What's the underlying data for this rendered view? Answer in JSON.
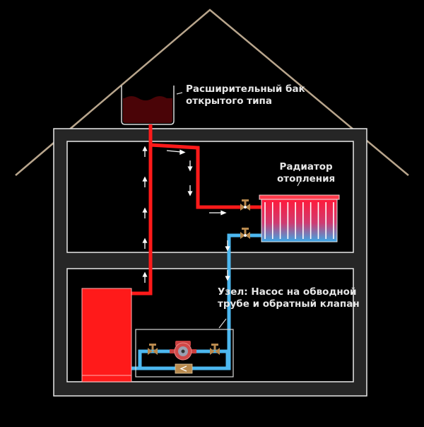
{
  "diagram": {
    "title": "Отопление с открытым расширительным баком и насосом на обводной трубе",
    "labels": {
      "expansion_tank": [
        "Расширительный бак",
        "открытого типа"
      ],
      "radiator": [
        "Радиатор",
        "отопления"
      ],
      "pump_node": [
        "Узел: Насос на обводной",
        "трубе и обратный клапан"
      ]
    },
    "components": [
      {
        "id": "expansion-tank",
        "name": "Expansion tank (open type)"
      },
      {
        "id": "boiler",
        "name": "Boiler"
      },
      {
        "id": "radiator",
        "name": "Heating radiator",
        "fins": 10
      },
      {
        "id": "circulation-pump",
        "name": "Circulation pump"
      },
      {
        "id": "check-valve",
        "name": "Check valve"
      },
      {
        "id": "ball-valve",
        "name": "Shut-off valves",
        "count": 4
      }
    ],
    "flow": {
      "supply": "hot (red)",
      "return": "cold (blue)"
    },
    "colors": {
      "background": "#000000",
      "wall": "#262626",
      "outline": "#e8e8e8",
      "roof": "#b8a58c",
      "supply": "#ff1a1a",
      "return": "#4db8f0",
      "tank_water": "#4a0407",
      "valve": "#b98a4e",
      "label": "#e6e6e6"
    }
  }
}
